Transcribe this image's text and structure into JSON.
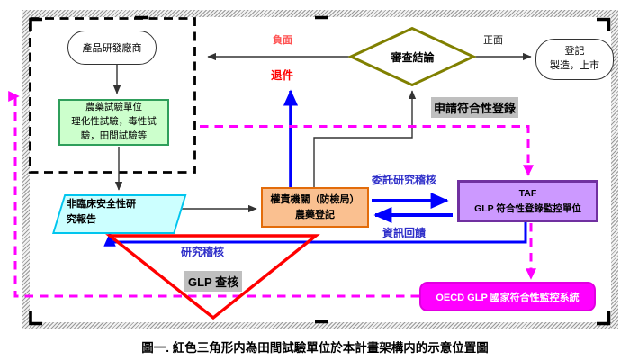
{
  "colors": {
    "triangle_red": "#FF0000",
    "magenta": "#FF00FF",
    "arrow_blue": "#0000FF",
    "blue_label": "#2E2EC9",
    "diamond_olive": "#808000",
    "green_border": "#2F9E5B",
    "green_fill": "#CCFFCC",
    "cyan_border": "#00C5EE",
    "cyan_fill": "#CCFFFF",
    "orange_border": "#E36C0A",
    "orange_fill": "#FAC090",
    "purple_border": "#7030A0",
    "purple_fill": "#CC99FF",
    "gray_highlight": "#BFBFBF"
  },
  "nodes": {
    "developer": {
      "label": "產品研發廠商"
    },
    "test_unit": {
      "line1": "農藥試驗單位",
      "line2": "理化性試驗，毒性試",
      "line3": "驗，田間試驗等"
    },
    "report": {
      "line1": "非臨床安全性研",
      "line2": "究報告"
    },
    "authority": {
      "line1": "權責機關（防檢局）",
      "line2": "農藥登記"
    },
    "review": {
      "label": "審查結論"
    },
    "market": {
      "line1": "登記",
      "line2": "製造，上市"
    },
    "taf": {
      "line1": "TAF",
      "line2": "GLP 符合性登錄監控單位"
    },
    "oecd": {
      "label": "OECD GLP 國家符合性監控系統"
    }
  },
  "labels": {
    "negative": "負面",
    "rejected": "退件",
    "positive": "正面",
    "apply_registration": "申請符合性登錄",
    "commissioned_audit": "委託研究稽核",
    "info_feedback": "資訊回饋",
    "study_audit": "研究稽核",
    "glp_inspection": "GLP 查核"
  },
  "caption": "圖一. 紅色三角形内為田間試驗單位於本計畫架構内的示意位置圖"
}
